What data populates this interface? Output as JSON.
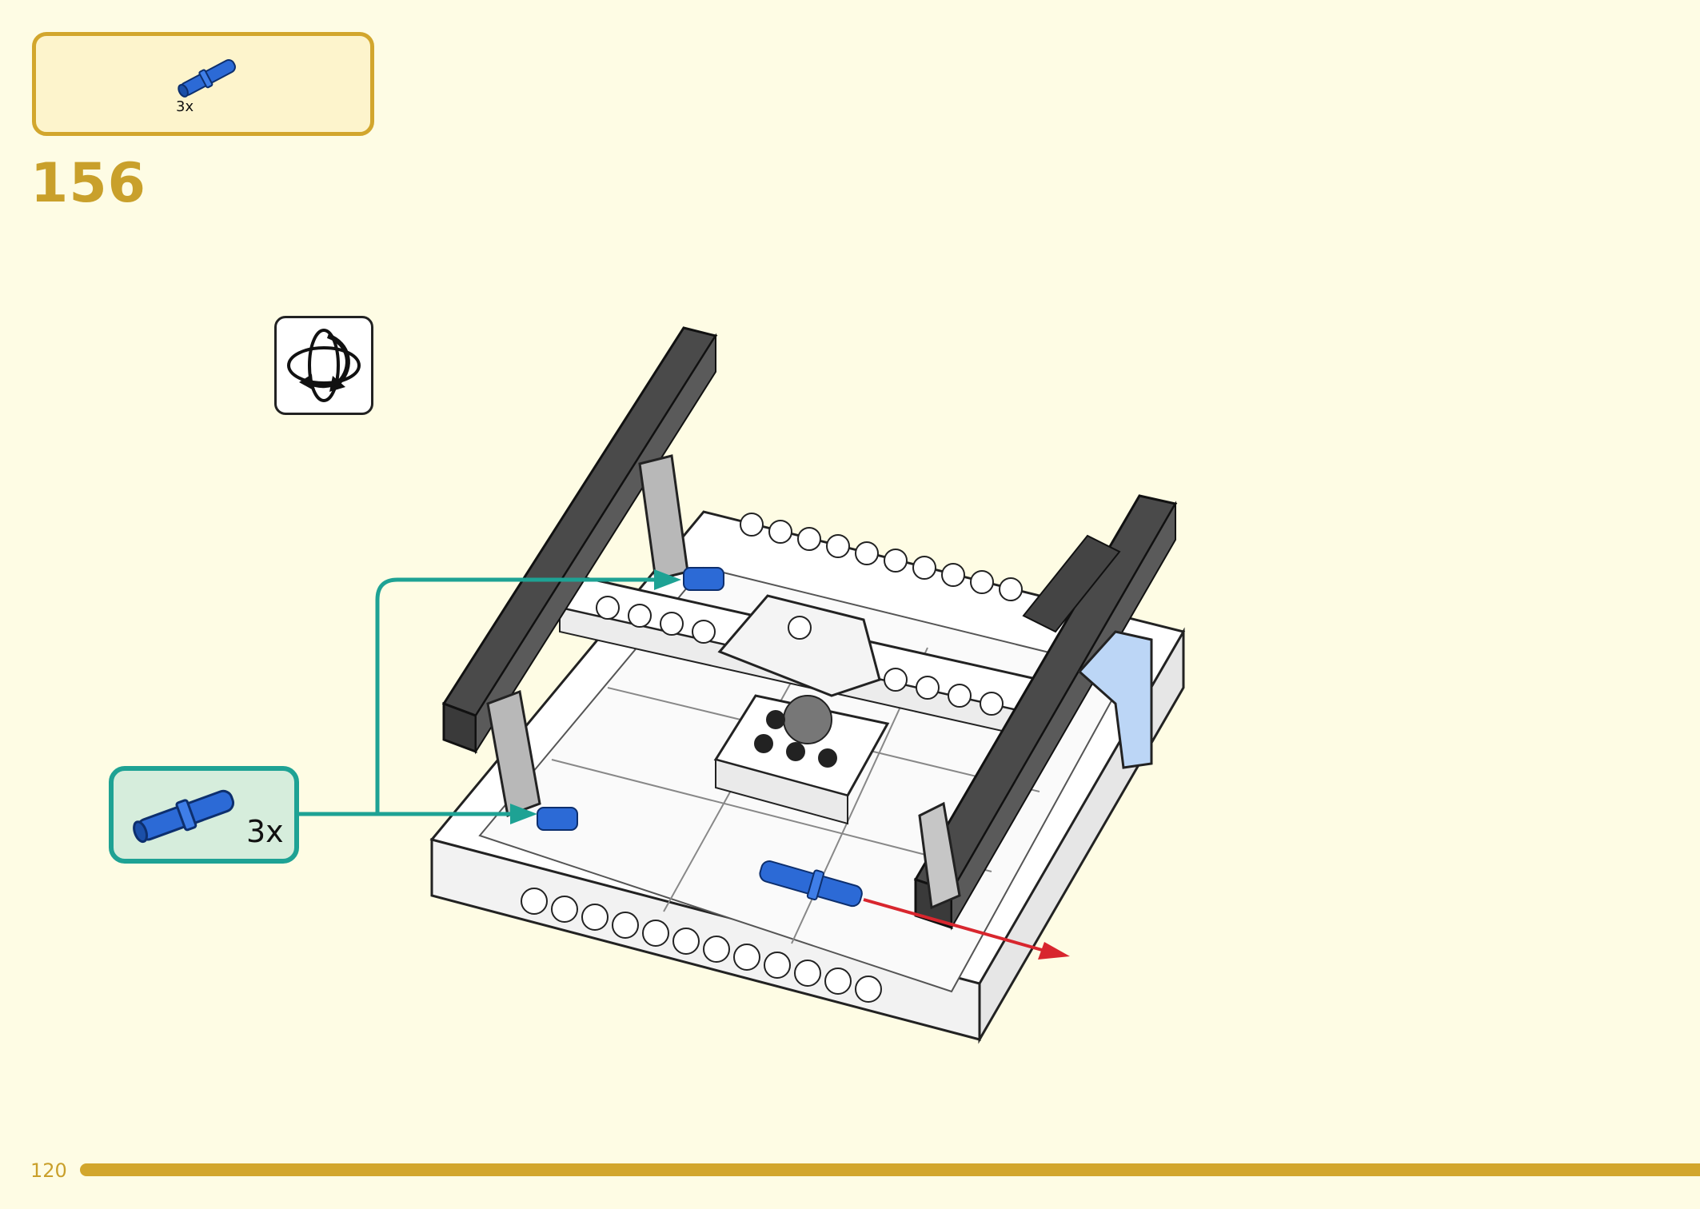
{
  "parts_list": {
    "item_icon": "blue-connector-pin-icon",
    "quantity": "3x"
  },
  "step": {
    "number": "156"
  },
  "rotate_icon": "rotate-model-icon",
  "callout": {
    "item_icon": "blue-connector-pin-icon",
    "quantity": "3x"
  },
  "footer": {
    "page_number": "120"
  },
  "colors": {
    "background": "#fefce4",
    "accent_gold": "#d2a62d",
    "callout_teal": "#1ea294",
    "pin_blue": "#2c6ad6",
    "beam_dark_gray": "#4a4a4a",
    "arrow_red": "#d8262e"
  }
}
